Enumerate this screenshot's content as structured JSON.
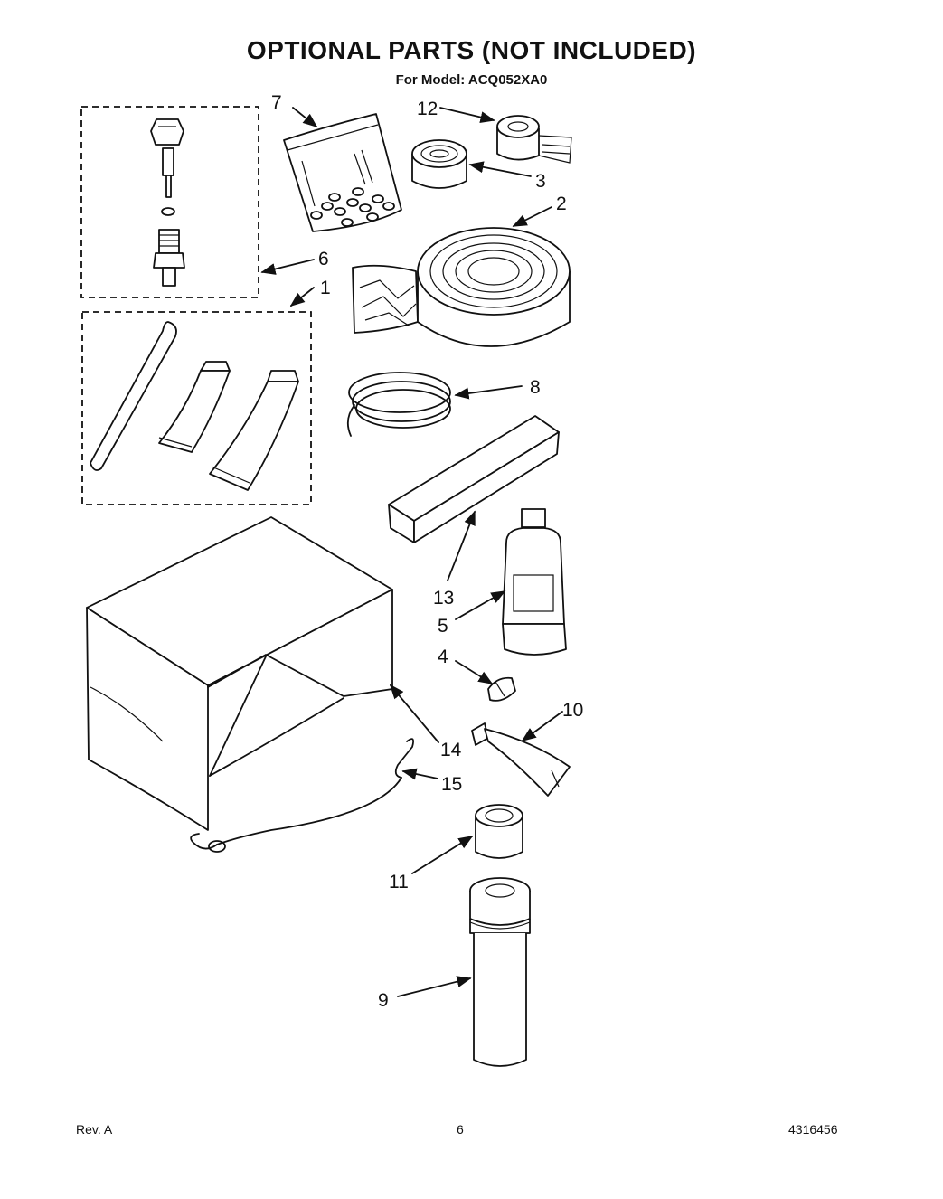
{
  "header": {
    "title": "OPTIONAL PARTS (NOT INCLUDED)",
    "subtitle": "For Model: ACQ052XA0"
  },
  "callouts": [
    "7",
    "12",
    "3",
    "2",
    "6",
    "1",
    "8",
    "13",
    "5",
    "4",
    "10",
    "14",
    "15",
    "11",
    "9"
  ],
  "footer": {
    "revision": "Rev. A",
    "page_number": "6",
    "document_number": "4316456"
  }
}
